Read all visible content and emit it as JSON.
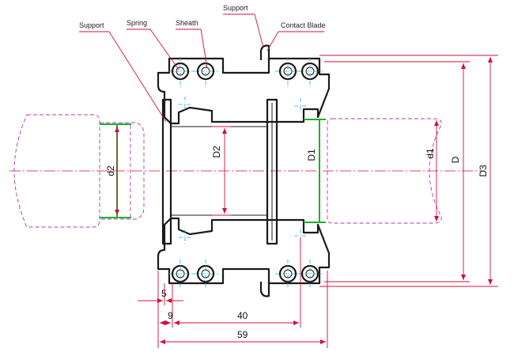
{
  "labels": {
    "support_left": "Support",
    "spring": "Spring",
    "sheath": "Sheath",
    "support_top": "Support",
    "contact_blade": "Contact Blade"
  },
  "dimensions": {
    "d2": "d2",
    "D2": "D2",
    "D1": "D1",
    "d1": "d1",
    "D": "D",
    "D3": "D3",
    "five": "5",
    "nine": "9",
    "forty": "40",
    "fiftynine": "59"
  },
  "colors": {
    "outline": "#1a1a1a",
    "dimension": "#d0103a",
    "centerline": "#1db4c8",
    "phantom": "#b03aa8",
    "contact": "#19b02a"
  }
}
